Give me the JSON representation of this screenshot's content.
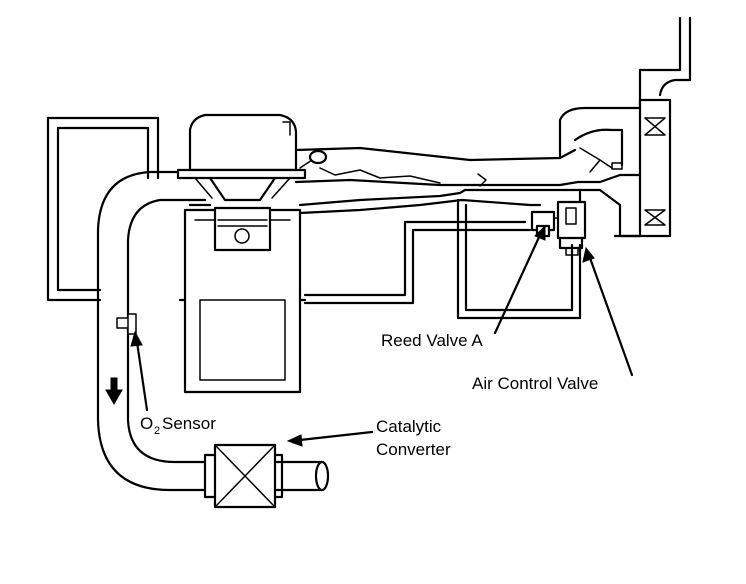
{
  "labels": {
    "reed_valve": "Reed Valve A",
    "air_control_valve": "Air Control Valve",
    "o2_sensor_prefix": "O",
    "o2_sensor_subscript": "2",
    "o2_sensor_suffix": " Sensor",
    "catalytic_line1": "Catalytic",
    "catalytic_line2": "Converter"
  }
}
